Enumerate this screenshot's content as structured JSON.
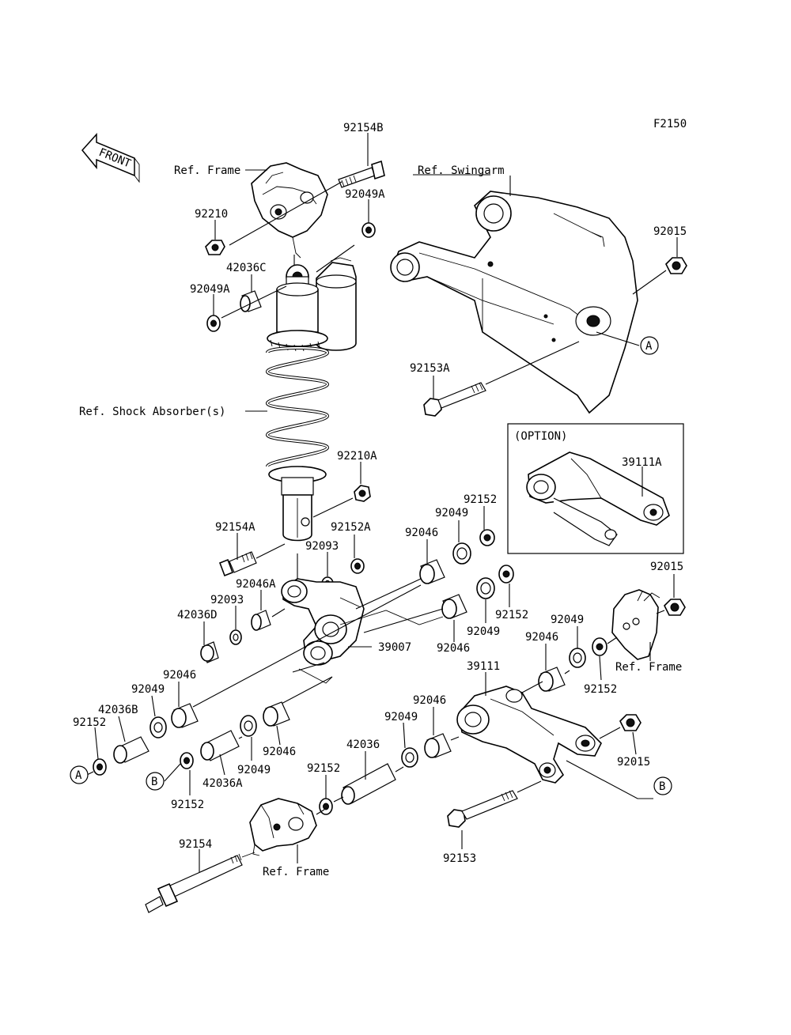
{
  "figure_code": "F2150",
  "front_label": "FRONT",
  "option_label": "(OPTION)",
  "labels": {
    "p92154B": "92154B",
    "ref_frame_top": "Ref. Frame",
    "ref_swingarm": "Ref. Swingarm",
    "p92049A_top": "92049A",
    "p92210": "92210",
    "p92015_top": "92015",
    "p42036C": "42036C",
    "p92049A_left": "92049A",
    "callout_a_swingarm": "A",
    "p92153A": "92153A",
    "ref_shock": "Ref. Shock Absorber(s)",
    "p39111A": "39111A",
    "p92210A": "92210A",
    "p92152_top": "92152",
    "p92049_top": "92049",
    "p92154A": "92154A",
    "p92152A": "92152A",
    "p92046_top": "92046",
    "p92093_top": "92093",
    "p92046A": "92046A",
    "p92015_right": "92015",
    "p92093_left": "92093",
    "p92152_mid": "92152",
    "p42036D": "42036D",
    "p92049_mid": "92049",
    "p92049_right": "92049",
    "p39007": "39007",
    "p92046_mid": "92046",
    "p92046_right": "92046",
    "ref_frame_right": "Ref. Frame",
    "p92046_left": "92046",
    "p39111": "39111",
    "p92152_right": "92152",
    "p92049_left": "92049",
    "p42036B": "42036B",
    "p92046_center": "92046",
    "p92049_center": "92049",
    "p92152_left": "92152",
    "p92046_low": "92046",
    "p42036": "42036",
    "p92015_low": "92015",
    "callout_a_left": "A",
    "callout_b_left": "B",
    "p42036A": "42036A",
    "p92049_low": "92049",
    "p92152_center": "92152",
    "callout_b_right": "B",
    "p92152_bottom": "92152",
    "p92154": "92154",
    "ref_frame_bottom": "Ref. Frame",
    "p92153": "92153"
  }
}
